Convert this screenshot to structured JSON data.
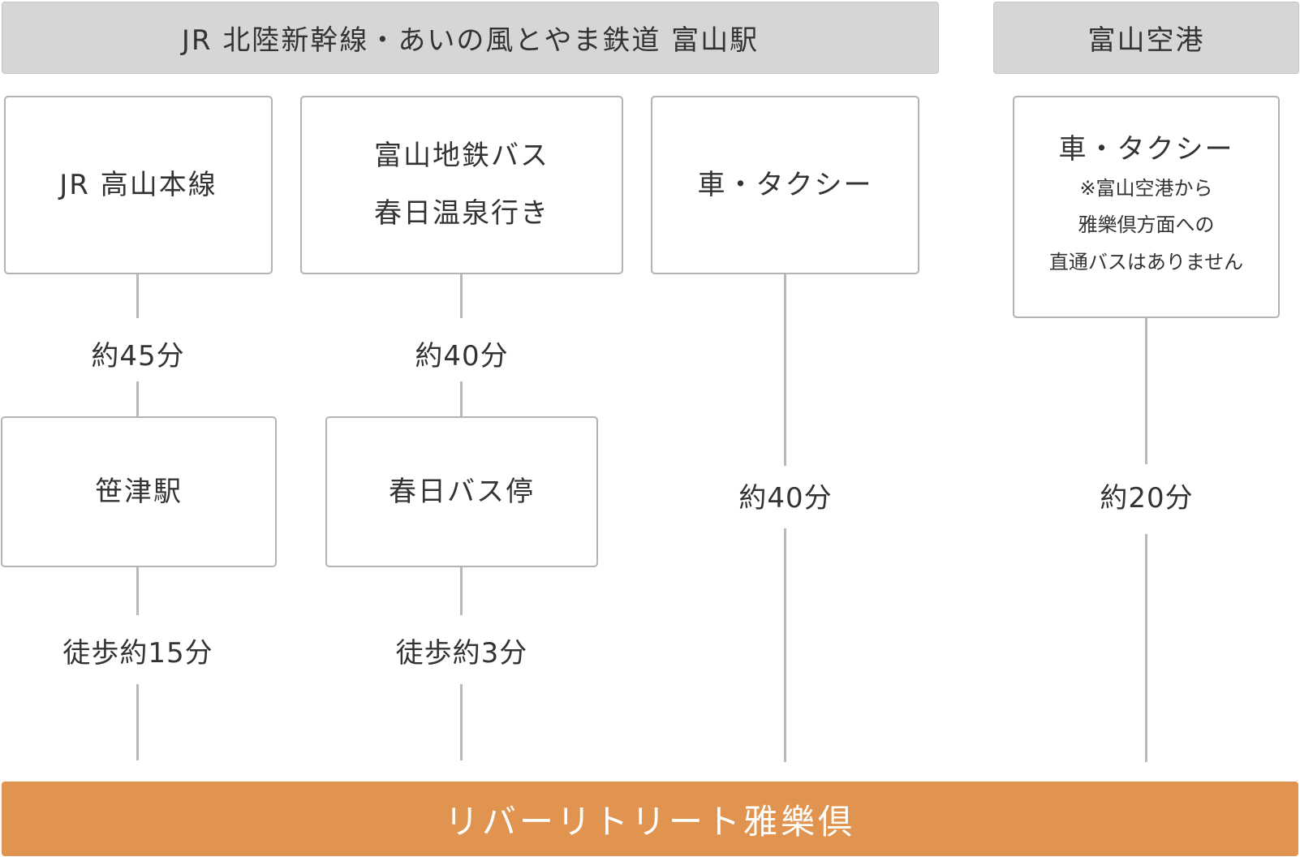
{
  "headers": {
    "toyama_station": "JR 北陸新幹線・あいの風とやま鉄道 富山駅",
    "toyama_airport": "富山空港"
  },
  "routes": {
    "jr_takayama": {
      "origin": "JR 高山本線",
      "duration_1": "約45分",
      "stop": "笹津駅",
      "duration_2": "徒歩約15分"
    },
    "bus": {
      "origin_line1": "富山地鉄バス",
      "origin_line2": "春日温泉行き",
      "duration_1": "約40分",
      "stop": "春日バス停",
      "duration_2": "徒歩約3分"
    },
    "car_station": {
      "origin": "車・タクシー",
      "duration": "約40分"
    },
    "car_airport": {
      "origin": "車・タクシー",
      "note_line1": "※富山空港から",
      "note_line2": "雅樂倶方面への",
      "note_line3": "直通バスはありません",
      "duration": "約20分"
    }
  },
  "destination": "リバーリトリート雅樂倶",
  "colors": {
    "header_bg": "#d6d6d6",
    "box_border": "#b3b3b3",
    "connector": "#b8b8b8",
    "destination_bg": "#e0944f",
    "destination_text": "#ffffff"
  }
}
